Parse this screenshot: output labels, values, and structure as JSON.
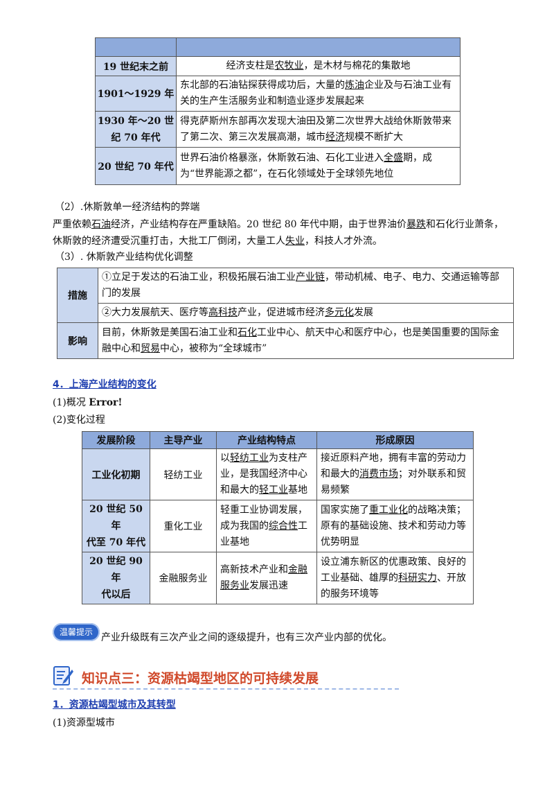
{
  "table1": {
    "rows": [
      {
        "period": "19 世纪末之前",
        "p1": "经济支柱是",
        "u1": "农牧业",
        "p2": "，是木材与棉花的集散地"
      },
      {
        "period": "1901～1929 年",
        "l1a": "东北部的石油钻探获得成功后，大量的",
        "l1u": "炼油",
        "l1b": "企业及与石油工业有",
        "l2": "关的生产生活服务业和制造业逐步发展起来"
      },
      {
        "period_l1": "1930 年～20 世",
        "period_l2": "纪 70 年代",
        "l1": "得克萨斯州东部再次发现大油田及第二次世界大战给休斯敦带来",
        "l2a": "了第二次、第三次发展高潮，城市",
        "l2u": "经济",
        "l2b": "规模不断扩大"
      },
      {
        "period": "20 世纪 70 年代",
        "l1a": "世界石油价格暴涨，休斯敦石油、石化工业进入",
        "l1u": "全盛",
        "l1b": "期，成",
        "l2": "为“世界能源之都”，在石化领域处于全球领先地位"
      }
    ]
  },
  "section2": {
    "heading": "（2）.休斯敦单一经济结构的弊端",
    "p1a": "严重依赖",
    "p1u1": "石油",
    "p1b": "经济，产业结构存在严重缺陷。20 世纪 80 年代中期，由于世界油价",
    "p1u2": "暴跌",
    "p1c": "和石化行业萧条，",
    "p2a": "休斯敦的经济遭受沉重打击，大批工厂倒闭，大量工人",
    "p2u": "失业",
    "p2b": "，科技人才外流。"
  },
  "section3": {
    "heading": "（3）. 休斯敦产业结构优化调整",
    "measure_label": "措施",
    "m1a": "①立足于发达的石油工业，积极拓展石油工业",
    "m1u": "产业链",
    "m1b": "，带动机械、电子、电力、交通运输等部",
    "m1c": "门的发展",
    "m2a": "②大力发展航天、医疗等",
    "m2u1": "高科技",
    "m2b": "产业，促进城市经济",
    "m2u2": "多元化",
    "m2c": "发展",
    "impact_label": "影响",
    "i1a": "目前，休斯敦是美国石油工业和",
    "i1u": "石化",
    "i1b": "工业中心、航天中心和医疗中心，也是美国重要的国际金",
    "i2a": "融中心和",
    "i2u": "贸易",
    "i2b": "中心，被称为“全球城市”"
  },
  "section4": {
    "heading": "4．上海产业结构的变化",
    "overview_a": "(1)概况 ",
    "overview_b": "Error!",
    "process": "(2)变化过程",
    "headers": [
      "发展阶段",
      "主导产业",
      "产业结构特点",
      "形成原因"
    ],
    "r1": {
      "stage": "工业化初期",
      "industry": "轻纺工业",
      "f1a": "以",
      "f1u": "轻纺工业",
      "f1b": "为支柱产",
      "f2": "业，是我国经济中心",
      "f3a": "和最大的",
      "f3u": "轻工业",
      "f3b": "基地",
      "c1": "接近原料产地，拥有丰富的劳动力",
      "c2a": "和最大的",
      "c2u": "消费市场",
      "c2b": "；对外联系和贸",
      "c3": "易频繁"
    },
    "r2": {
      "stage_l1": "20 世纪 50 年",
      "stage_l2": "代至 70 年代",
      "industry": "重化工业",
      "f1": "轻重工业协调发展，",
      "f2a": "成为我国的",
      "f2u": "综合性",
      "f2b": "工",
      "f3": "业基地",
      "c1a": "国家实施了",
      "c1u": "重工业化",
      "c1b": "的战略决策；",
      "c2": "原有的基础设施、技术和劳动力等",
      "c3": "优势明显"
    },
    "r3": {
      "stage_l1": "20 世纪 90 年",
      "stage_l2": "代以后",
      "industry": "金融服务业",
      "f1a": "高新技术产业和",
      "f1u": "金融",
      "f2u": "服务业",
      "f2b": "发展迅速",
      "c1": "设立浦东新区的优惠政策、良好的",
      "c2a": "工业基础、雄厚的",
      "c2u": "科研实力",
      "c2b": "、开放",
      "c3": "的服务环境等"
    }
  },
  "tip": {
    "badge": "温馨提示",
    "text": "产业升级既有三次产业之间的逐级提升，也有三次产业内部的优化。"
  },
  "knowledge": {
    "title": "知识点三：资源枯竭型地区的可持续发展",
    "sub_heading": "1．资源枯竭型城市及其转型",
    "item1": "(1)资源型城市"
  },
  "colors": {
    "header_blue": "#8eaadb",
    "label_blue": "#c9d7ef",
    "heading_blue": "#1f3fb0",
    "title_orange": "#d04a2b"
  }
}
